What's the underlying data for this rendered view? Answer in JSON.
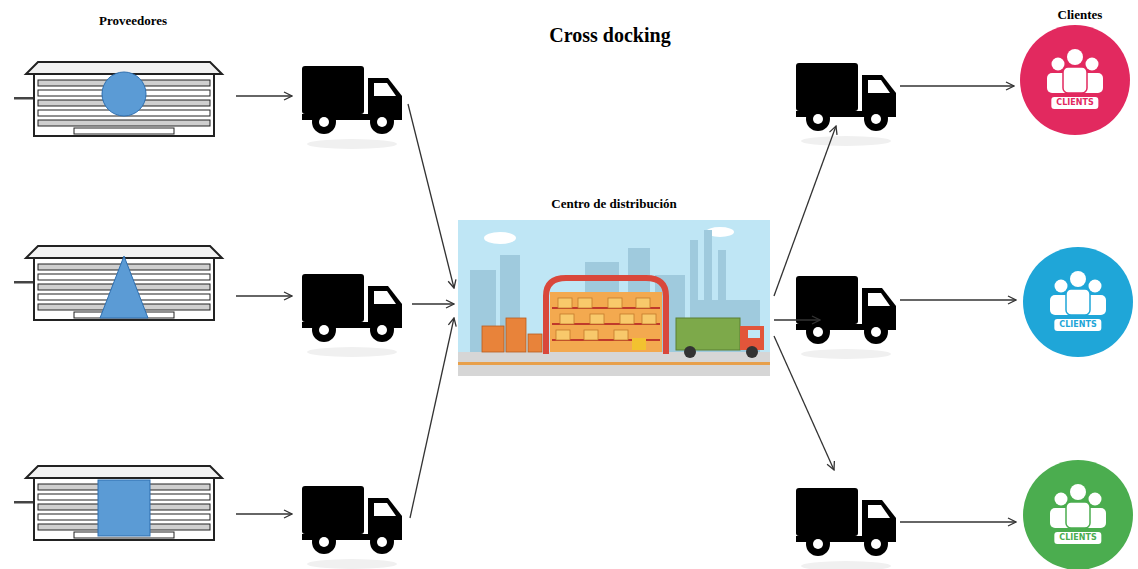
{
  "diagram": {
    "title": "Cross docking",
    "nodes": [
      {
        "text": [
          "Centro de distribución"
        ]
      },
      {
        "text": [
          "CLIENTS"
        ]
      },
      {
        "text": [
          "CLIENTS"
        ]
      },
      {
        "text": [
          "CLIENTS"
        ]
      }
    ],
    "labels": [
      "Proveedores",
      "Clientes"
    ]
  }
}
